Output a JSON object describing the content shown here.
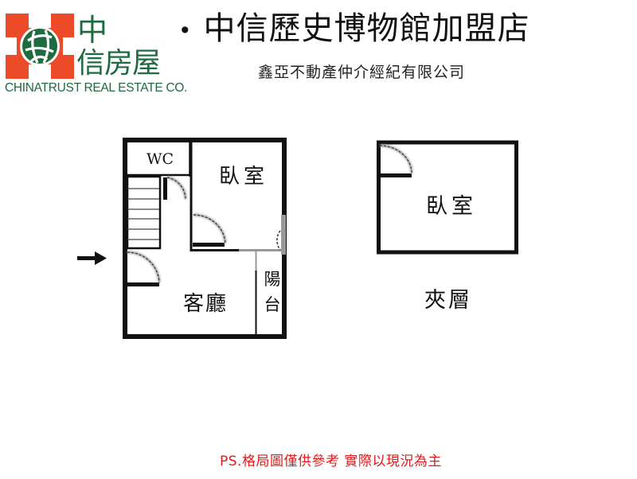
{
  "logo": {
    "brand_cn_line1": "中",
    "brand_cn_line2": "信房屋",
    "brand_en": "CHINATRUST REAL ESTATE CO.",
    "colors": {
      "red": "#ec4b2a",
      "green": "#1e6b3f"
    }
  },
  "header": {
    "bullet": "•",
    "title": "中信歷史博物館加盟店",
    "subtitle": "鑫亞不動產仲介經紀有限公司"
  },
  "floor_plan_main": {
    "rooms": {
      "wc": "WC",
      "bedroom": "臥室",
      "living_room": "客廳",
      "balcony_line1": "陽",
      "balcony_line2": "台"
    },
    "entrance_icon": "arrow-right-icon",
    "stairs_steps": 7
  },
  "floor_plan_mezzanine": {
    "rooms": {
      "bedroom": "臥室"
    },
    "label": "夾層"
  },
  "footer": {
    "note": "PS.格局圖僅供參考 實際以現況為主",
    "note_color": "#e01a1a"
  }
}
